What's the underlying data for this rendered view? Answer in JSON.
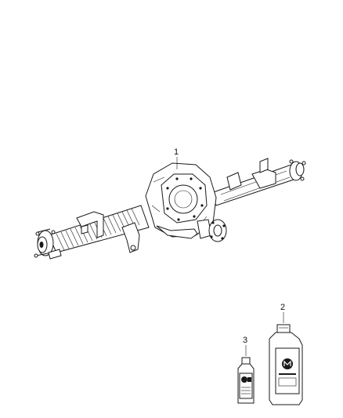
{
  "callouts": [
    {
      "id": "1",
      "label": "1",
      "part": "rear-axle-assembly"
    },
    {
      "id": "2",
      "label": "2",
      "part": "gear-oil-quart-bottle"
    },
    {
      "id": "3",
      "label": "3",
      "part": "friction-modifier-bottle"
    }
  ],
  "colors": {
    "line": "#1a1a1a",
    "background": "#ffffff"
  }
}
